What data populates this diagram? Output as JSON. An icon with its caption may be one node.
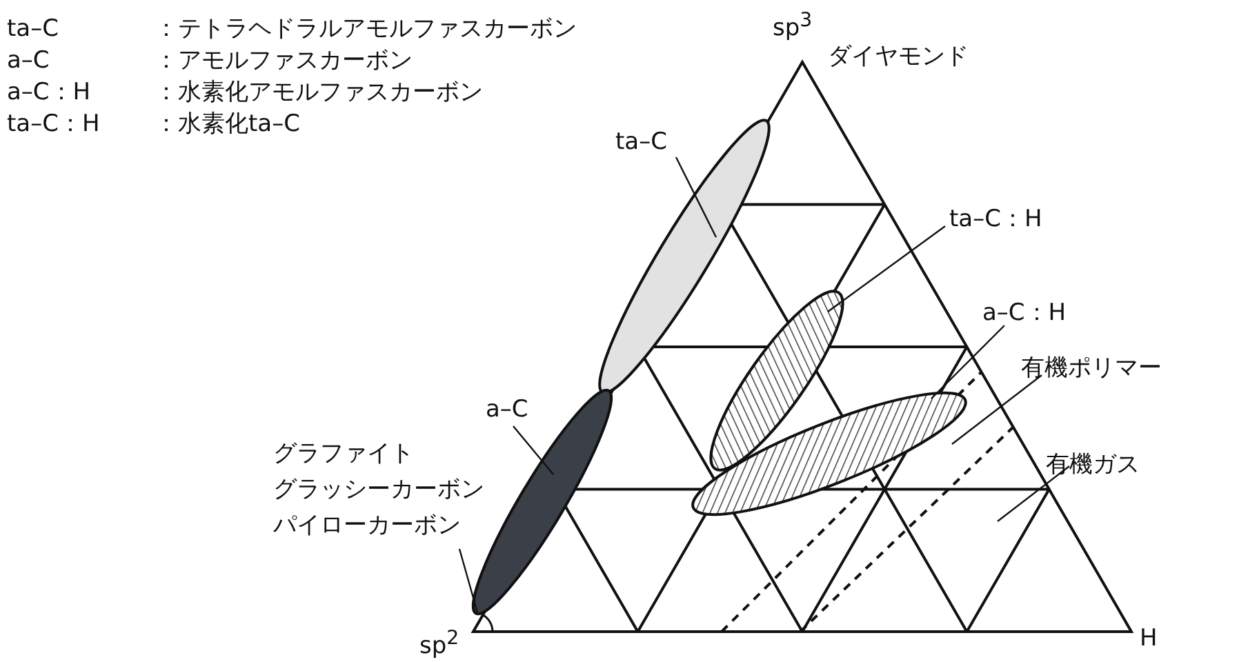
{
  "diagram": {
    "nodes": [
      {
        "text": [
          "ta–C"
        ]
      },
      {
        "text": [],
        "shape": "ellipse"
      },
      {
        "text": [
          "ta–C：H"
        ]
      },
      {
        "text": [],
        "shape": "ellipse"
      },
      {
        "text": [
          "a–C：H"
        ]
      },
      {
        "text": [],
        "shape": "ellipse"
      },
      {
        "text": [
          "有機ポリマー"
        ]
      },
      {
        "text": [
          "a–C"
        ]
      },
      {
        "text": [],
        "shape": "ellipse"
      },
      {
        "text": [
          "有機ガス"
        ]
      },
      {
        "text": [
          "グラファイト",
          "グラッシーカーボン",
          "パイローカーボン"
        ]
      },
      {
        "text": [],
        "shape": "arc"
      }
    ],
    "edges": [
      {
        "from": 0,
        "to": 1,
        "arrow": "none"
      },
      {
        "from": 2,
        "to": 3,
        "arrow": "none"
      },
      {
        "from": 4,
        "to": 5,
        "arrow": "none"
      },
      {
        "from": 6,
        "to": null,
        "arrow": "none"
      },
      {
        "from": 7,
        "to": 8,
        "arrow": "none"
      },
      {
        "from": 9,
        "to": null,
        "arrow": "none"
      },
      {
        "from": 10,
        "to": 11,
        "arrow": "none"
      }
    ],
    "labels": [
      "ta–C",
      "：テトラヘドラルアモルファスカーボン",
      "a–C",
      "：アモルファスカーボン",
      "a–C：H",
      "：水素化アモルファスカーボン",
      "ta–C：H",
      "：水素化ta–C",
      "sp$^{3}$",
      "ダイヤモンド",
      "sp$^{2}$",
      "H"
    ]
  }
}
